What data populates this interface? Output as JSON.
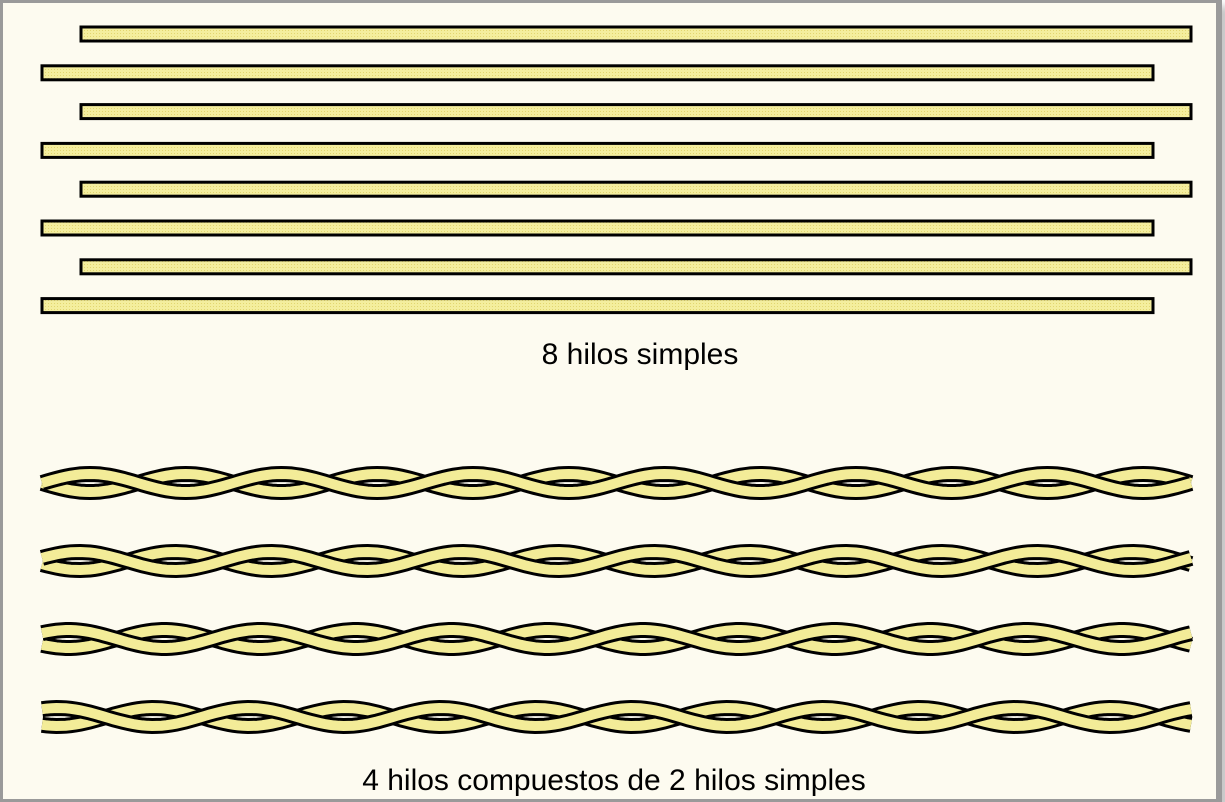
{
  "diagram": {
    "simple_caption": "8 hilos simples",
    "compound_caption": "4 hilos compuestos de 2 hilos simples",
    "simple_count": 8,
    "compound_count": 4,
    "strands_per_compound": 2
  },
  "colors": {
    "background": "#fdfbf0",
    "frame": "#9a9a9a",
    "thread_fill": "#f3ec98",
    "thread_stroke": "#000000"
  }
}
